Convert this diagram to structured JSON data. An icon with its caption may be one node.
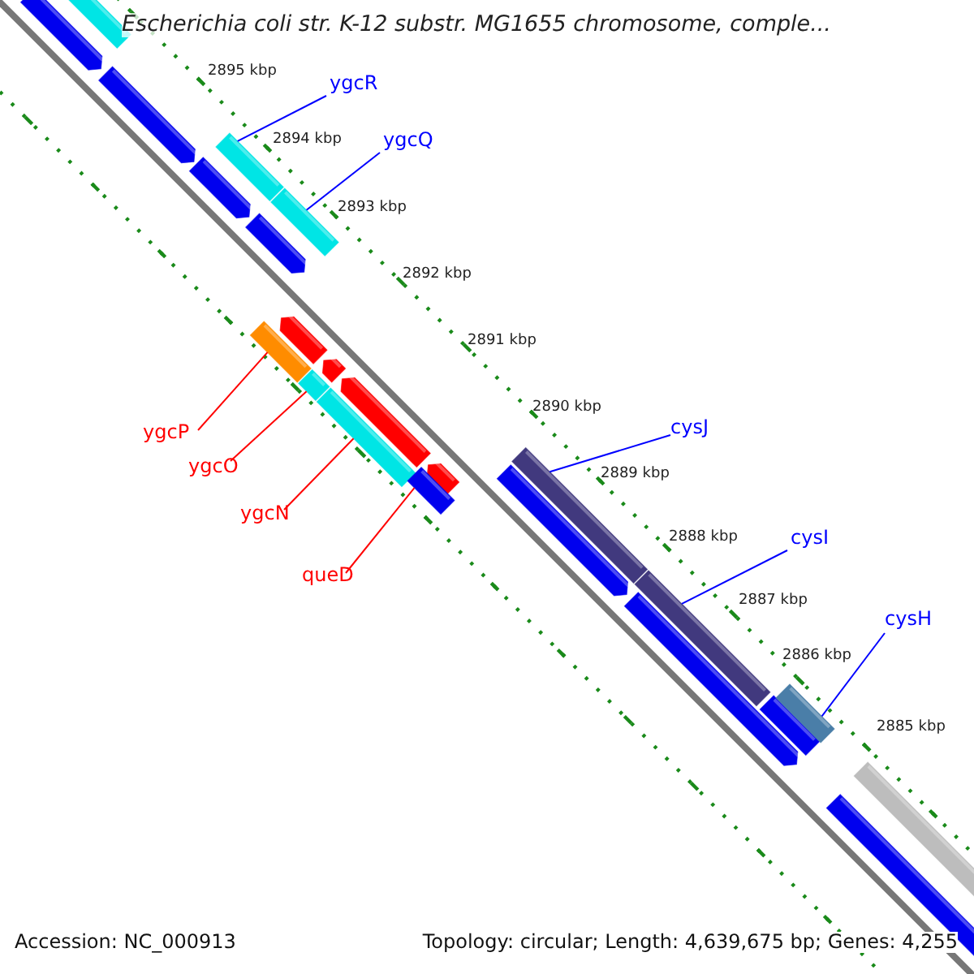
{
  "diagram": {
    "title": "Escherichia coli str. K-12 substr. MG1655 chromosome, comple...",
    "nodes": [
      {
        "text": [
          "ygcR"
        ]
      },
      {
        "text": [
          "ygcQ"
        ]
      },
      {
        "text": [
          "ygcP"
        ]
      },
      {
        "text": [
          "ygcO"
        ]
      },
      {
        "text": [
          "ygcN"
        ]
      },
      {
        "text": [
          "queD"
        ]
      },
      {
        "text": [
          "cysJ"
        ]
      },
      {
        "text": [
          "cysI"
        ]
      },
      {
        "text": [
          "cysH"
        ]
      },
      {
        "text": [],
        "shape": "bar"
      },
      {
        "text": [],
        "shape": "bar"
      },
      {
        "text": [],
        "shape": "bar"
      },
      {
        "text": [],
        "shape": "bar"
      },
      {
        "text": [],
        "shape": "bar"
      },
      {
        "text": [],
        "shape": "bar"
      },
      {
        "text": [],
        "shape": "bar"
      },
      {
        "text": [],
        "shape": "bar"
      },
      {
        "text": [],
        "shape": "bar"
      },
      {
        "text": [],
        "shape": "bar"
      }
    ],
    "edges": [
      {
        "from": 0,
        "to": 10,
        "arrow": "none"
      },
      {
        "from": 1,
        "to": 11,
        "arrow": "none"
      },
      {
        "from": 2,
        "to": 12,
        "arrow": "none",
        "color": "#ff0000"
      },
      {
        "from": 3,
        "to": 13,
        "arrow": "none",
        "color": "#ff0000"
      },
      {
        "from": 4,
        "to": 14,
        "arrow": "none",
        "color": "#ff0000"
      },
      {
        "from": 5,
        "to": 15,
        "arrow": "none",
        "color": "#ff0000"
      },
      {
        "from": 6,
        "to": 16,
        "arrow": "none"
      },
      {
        "from": 7,
        "to": 17,
        "arrow": "none"
      },
      {
        "from": 8,
        "to": 18,
        "arrow": "none"
      }
    ],
    "labels": [
      "2895 kbp",
      "2894 kbp",
      "2893 kbp",
      "2892 kbp",
      "2891 kbp",
      "2890 kbp",
      "2889 kbp",
      "2888 kbp",
      "2887 kbp",
      "2886 kbp",
      "2885 kbp",
      "Accession: NC_000913",
      "Topology: circular; Length: 4,639,675 bp; Genes: 4,255"
    ]
  }
}
